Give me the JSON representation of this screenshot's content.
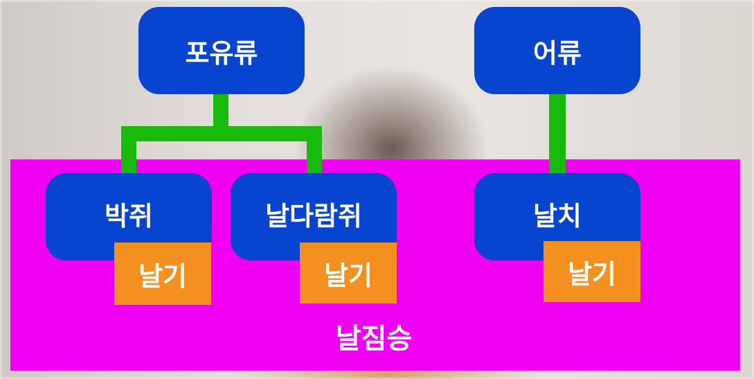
{
  "nodes": {
    "mammal": "포유류",
    "fish": "어류",
    "bat": "박쥐",
    "flying_squirrel": "날다람쥐",
    "flying_fish": "날치"
  },
  "tags": {
    "bat_fly": "날기",
    "squirrel_fly": "날기",
    "fish_fly": "날기"
  },
  "group_label": "날짐승",
  "colors": {
    "node": "#0745d0",
    "connector": "#18bb0c",
    "fly_tag": "#f39020",
    "group_bg": "#f000f2"
  }
}
